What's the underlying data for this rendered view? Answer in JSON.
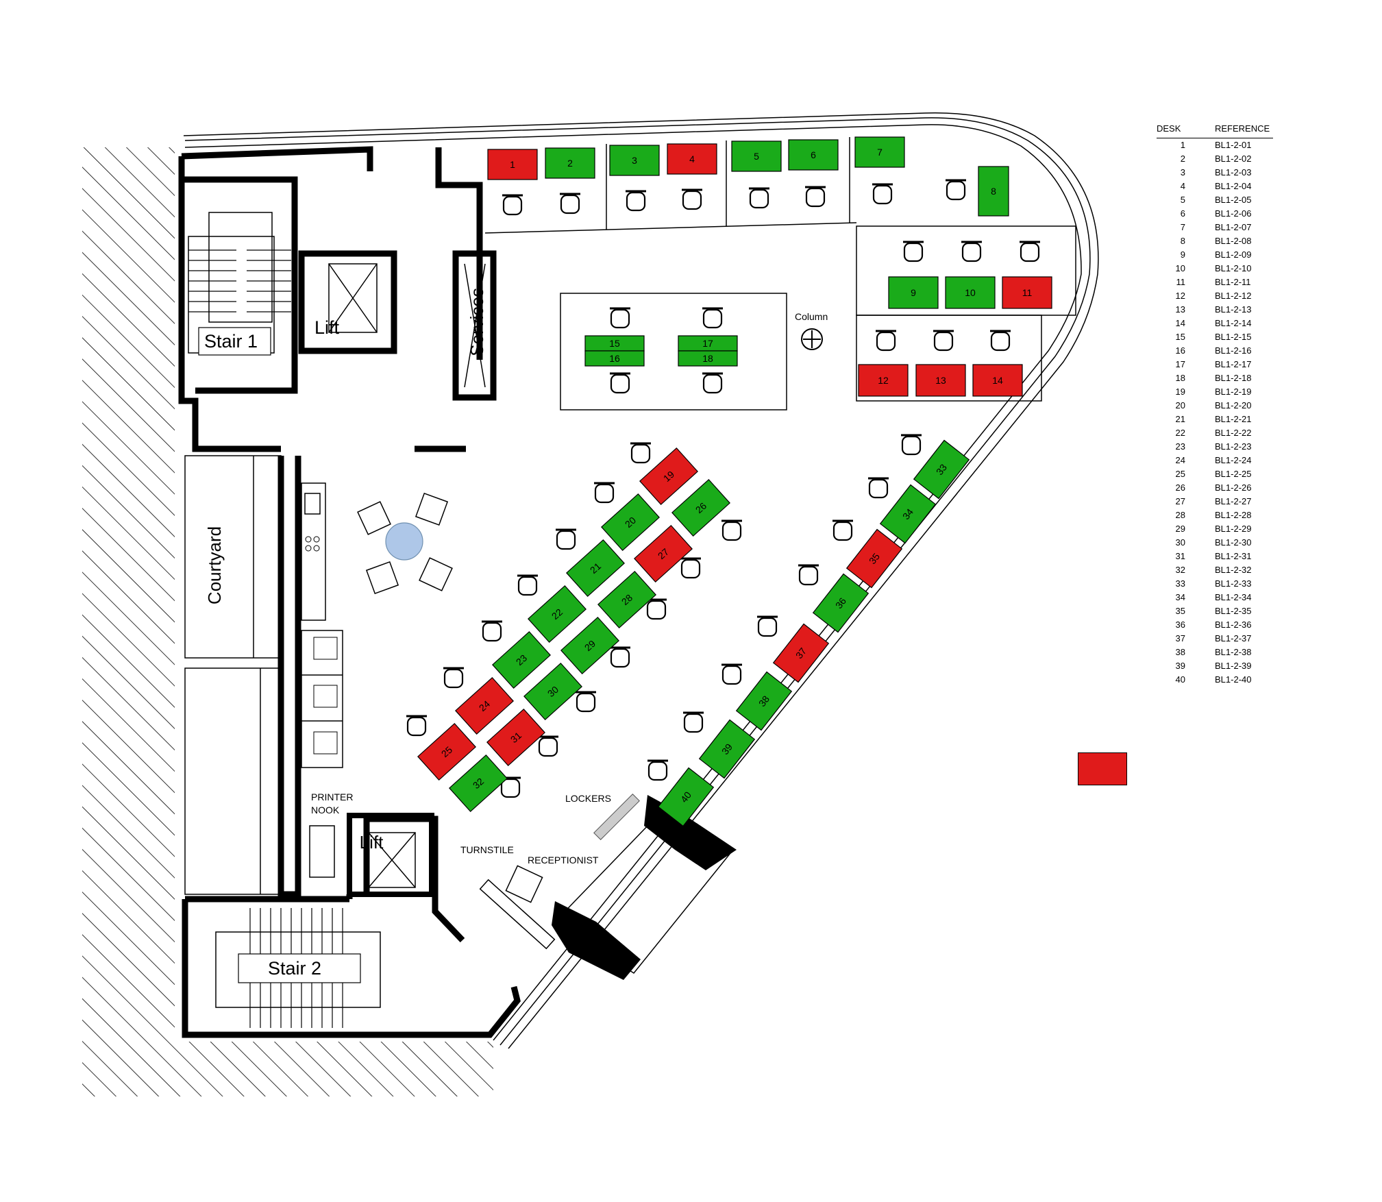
{
  "rooms": {
    "stair1": "Stair 1",
    "stair2": "Stair 2",
    "lift": "Lift",
    "lift2": "Lift",
    "services": "Services",
    "courtyard": "Courtyard",
    "column": "Column",
    "printer_line1": "PRINTER",
    "printer_line2": "NOOK",
    "lockers": "LOCKERS",
    "turnstile": "TURNSTILE",
    "receptionist": "RECEPTIONIST"
  },
  "colors": {
    "available": "#1aab1a",
    "booked": "#e01b1b"
  },
  "desks": [
    {
      "n": "1",
      "status": "booked"
    },
    {
      "n": "2",
      "status": "available"
    },
    {
      "n": "3",
      "status": "available"
    },
    {
      "n": "4",
      "status": "booked"
    },
    {
      "n": "5",
      "status": "available"
    },
    {
      "n": "6",
      "status": "available"
    },
    {
      "n": "7",
      "status": "available"
    },
    {
      "n": "8",
      "status": "available"
    },
    {
      "n": "9",
      "status": "available"
    },
    {
      "n": "10",
      "status": "available"
    },
    {
      "n": "11",
      "status": "booked"
    },
    {
      "n": "12",
      "status": "booked"
    },
    {
      "n": "13",
      "status": "booked"
    },
    {
      "n": "14",
      "status": "booked"
    },
    {
      "n": "15",
      "status": "available"
    },
    {
      "n": "16",
      "status": "available"
    },
    {
      "n": "17",
      "status": "available"
    },
    {
      "n": "18",
      "status": "available"
    },
    {
      "n": "19",
      "status": "booked"
    },
    {
      "n": "20",
      "status": "available"
    },
    {
      "n": "21",
      "status": "available"
    },
    {
      "n": "22",
      "status": "available"
    },
    {
      "n": "23",
      "status": "available"
    },
    {
      "n": "24",
      "status": "booked"
    },
    {
      "n": "25",
      "status": "booked"
    },
    {
      "n": "26",
      "status": "available"
    },
    {
      "n": "27",
      "status": "booked"
    },
    {
      "n": "28",
      "status": "available"
    },
    {
      "n": "29",
      "status": "available"
    },
    {
      "n": "30",
      "status": "available"
    },
    {
      "n": "31",
      "status": "booked"
    },
    {
      "n": "32",
      "status": "available"
    },
    {
      "n": "33",
      "status": "available"
    },
    {
      "n": "34",
      "status": "available"
    },
    {
      "n": "35",
      "status": "booked"
    },
    {
      "n": "36",
      "status": "available"
    },
    {
      "n": "37",
      "status": "booked"
    },
    {
      "n": "38",
      "status": "available"
    },
    {
      "n": "39",
      "status": "available"
    },
    {
      "n": "40",
      "status": "available"
    }
  ],
  "legend": {
    "col_desk": "DESK",
    "col_reference": "REFERENCE",
    "rows": [
      [
        "1",
        "BL1-2-01"
      ],
      [
        "2",
        "BL1-2-02"
      ],
      [
        "3",
        "BL1-2-03"
      ],
      [
        "4",
        "BL1-2-04"
      ],
      [
        "5",
        "BL1-2-05"
      ],
      [
        "6",
        "BL1-2-06"
      ],
      [
        "7",
        "BL1-2-07"
      ],
      [
        "8",
        "BL1-2-08"
      ],
      [
        "9",
        "BL1-2-09"
      ],
      [
        "10",
        "BL1-2-10"
      ],
      [
        "11",
        "BL1-2-11"
      ],
      [
        "12",
        "BL1-2-12"
      ],
      [
        "13",
        "BL1-2-13"
      ],
      [
        "14",
        "BL1-2-14"
      ],
      [
        "15",
        "BL1-2-15"
      ],
      [
        "16",
        "BL1-2-16"
      ],
      [
        "17",
        "BL1-2-17"
      ],
      [
        "18",
        "BL1-2-18"
      ],
      [
        "19",
        "BL1-2-19"
      ],
      [
        "20",
        "BL1-2-20"
      ],
      [
        "21",
        "BL1-2-21"
      ],
      [
        "22",
        "BL1-2-22"
      ],
      [
        "23",
        "BL1-2-23"
      ],
      [
        "24",
        "BL1-2-24"
      ],
      [
        "25",
        "BL1-2-25"
      ],
      [
        "26",
        "BL1-2-26"
      ],
      [
        "27",
        "BL1-2-27"
      ],
      [
        "28",
        "BL1-2-28"
      ],
      [
        "29",
        "BL1-2-29"
      ],
      [
        "30",
        "BL1-2-30"
      ],
      [
        "31",
        "BL1-2-31"
      ],
      [
        "32",
        "BL1-2-32"
      ],
      [
        "33",
        "BL1-2-33"
      ],
      [
        "34",
        "BL1-2-34"
      ],
      [
        "35",
        "BL1-2-35"
      ],
      [
        "36",
        "BL1-2-36"
      ],
      [
        "37",
        "BL1-2-37"
      ],
      [
        "38",
        "BL1-2-38"
      ],
      [
        "39",
        "BL1-2-39"
      ],
      [
        "40",
        "BL1-2-40"
      ]
    ]
  }
}
